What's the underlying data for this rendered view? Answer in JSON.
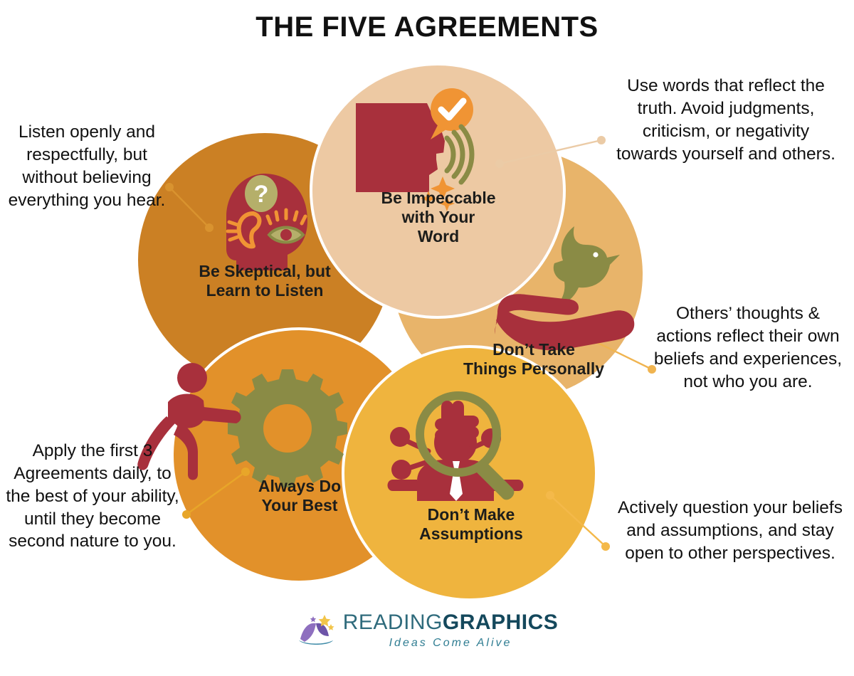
{
  "header": {
    "title": "THE FIVE AGREEMENTS"
  },
  "colors": {
    "circle_impeccable": "#EDC9A3",
    "circle_skeptical": "#CB8024",
    "circle_personally": "#E8B46A",
    "circle_best": "#E2912A",
    "circle_assumptions": "#EFB43E",
    "icon_red": "#A8303C",
    "icon_olive": "#8A8B45",
    "icon_orange": "#F09434",
    "icon_white": "#FFFFFF",
    "connector_skeptical": "#D9932F",
    "connector_impeccable": "#EBCBA6",
    "connector_personally": "#F0B450",
    "connector_best": "#E8A629",
    "connector_assumptions": "#F4B94A",
    "title_text": "#111111",
    "body_text": "#111111",
    "label_text": "#1D1D1B",
    "logo_teal": "#2F6B7C",
    "logo_dark": "#14485C",
    "logo_purple": "#7B5AA6",
    "background": "#FFFFFF"
  },
  "agreements": [
    {
      "id": "impeccable",
      "label": "Be Impeccable\nwith Your\nWord",
      "icon": "speaking-head-icon",
      "note": "Use words that reflect the truth. Avoid judgments, criticism, or negativity towards yourself and others.",
      "note_side": "right"
    },
    {
      "id": "skeptical",
      "label": "Be Skeptical, but\nLearn to Listen",
      "icon": "head-question-ear-eye-icon",
      "note": "Listen openly and respectfully, but without believing everything you hear.",
      "note_side": "left"
    },
    {
      "id": "personally",
      "label": "Don’t Take\nThings Personally",
      "icon": "hand-releasing-dove-icon",
      "note": "Others’ thoughts & actions reflect their own beliefs and experiences, not who you are.",
      "note_side": "right"
    },
    {
      "id": "best",
      "label": "Always Do\nYour Best",
      "icon": "person-pushing-gear-icon",
      "note": "Apply the first 3 Agreements daily, to the best of your ability, until they become second nature to you.",
      "note_side": "left"
    },
    {
      "id": "assumptions",
      "label": "Don’t Make\nAssumptions",
      "icon": "magnifier-puzzle-person-icon",
      "note": "Actively question your beliefs and assumptions, and stay open to other perspectives.",
      "note_side": "right"
    }
  ],
  "labels": {
    "impeccable_line1": "Be Impeccable",
    "impeccable_line2": "with Your",
    "impeccable_line3": "Word",
    "skeptical_line1": "Be Skeptical, but",
    "skeptical_line2": "Learn to Listen",
    "personally_line1": "Don’t Take",
    "personally_line2": "Things Personally",
    "best_line1": "Always Do",
    "best_line2": "Your Best",
    "assumptions_line1": "Don’t Make",
    "assumptions_line2": "Assumptions"
  },
  "notes": {
    "skeptical": "Listen openly and respectfully, but without believing everything you hear.",
    "impeccable": "Use words that reflect the truth. Avoid judgments, criticism, or negativity towards yourself and others.",
    "personally": "Others’ thoughts & actions reflect their own beliefs and experiences, not who you are.",
    "best": "Apply the first 3 Agreements daily, to the best of your ability, until they become second nature to you.",
    "assumptions": "Actively question your beliefs and assumptions, and stay open to other perspectives."
  },
  "footer": {
    "logo_reading": "READING",
    "logo_graphics": "GRAPHICS",
    "tagline": "Ideas Come Alive",
    "logo_icon": "open-book-stars-icon"
  }
}
